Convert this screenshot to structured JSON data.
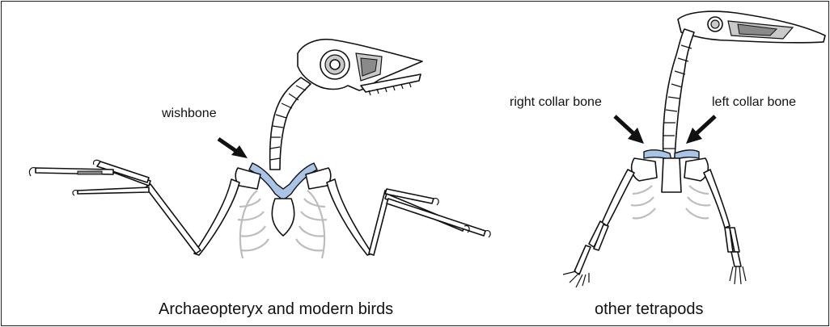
{
  "panels": [
    {
      "caption": "Archaeopteryx and modern birds",
      "labels": [
        "wishbone"
      ]
    },
    {
      "caption": "other tetrapods",
      "labels": [
        "right collar bone",
        "left collar bone"
      ]
    }
  ],
  "colors": {
    "highlight_bone": "#a9c4e6",
    "rib": "#bdbdbd",
    "outline": "#111111"
  }
}
